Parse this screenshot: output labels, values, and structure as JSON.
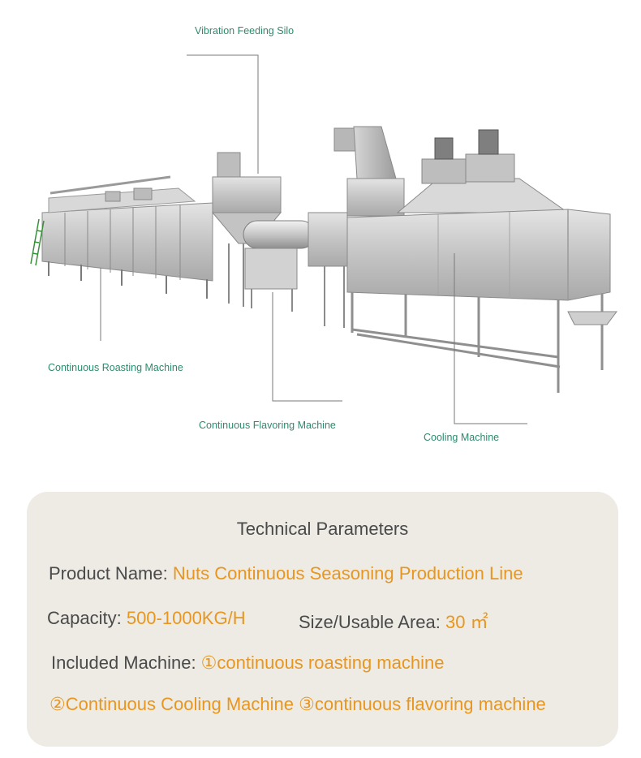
{
  "callouts": {
    "silo": "Vibration Feeding Silo",
    "roasting": "Continuous Roasting Machine",
    "flavoring": "Continuous Flavoring Machine",
    "cooling": "Cooling Machine"
  },
  "params": {
    "title": "Technical Parameters",
    "product_label": "Product Name: ",
    "product_value": "Nuts Continuous Seasoning Production Line",
    "capacity_label": "Capacity: ",
    "capacity_value": "500-1000KG/H",
    "size_label": "Size/Usable Area: ",
    "size_value": "30 ㎡",
    "included_label": "Included Machine: ",
    "included_1": "①continuous roasting machine",
    "included_2": "②Continuous Cooling Machine ③continuous flavoring machine"
  },
  "colors": {
    "callout_text": "#2e8a6e",
    "value_text": "#e8961f",
    "label_text": "#4a4a4a",
    "card_bg": "#edebe4",
    "steel": "#c9c9c9"
  }
}
